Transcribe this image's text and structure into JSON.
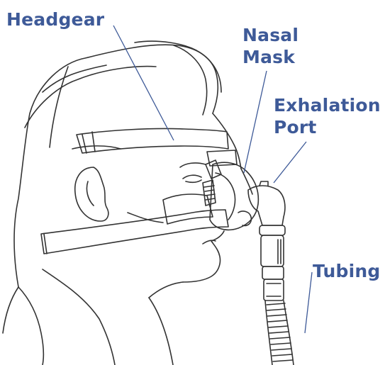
{
  "labels": {
    "headgear": "Headgear",
    "nasal_mask": [
      "Nasal",
      "Mask"
    ],
    "exhalation_port": [
      "Exhalation",
      "Port"
    ],
    "tubing": "Tubing"
  },
  "colors": {
    "label": "#3e5a98",
    "line": "#333333",
    "leader": "#3e5a98"
  }
}
